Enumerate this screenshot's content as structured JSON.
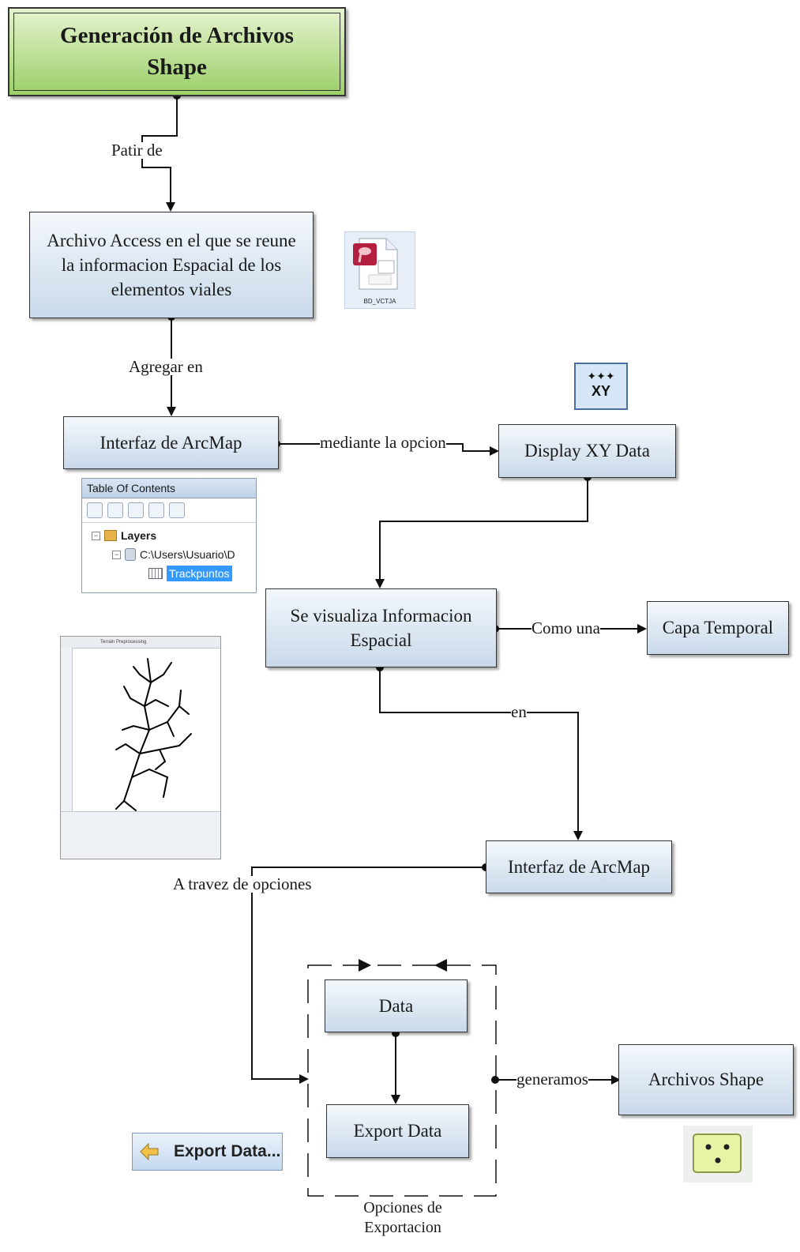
{
  "nodes": {
    "title": "Generación de Archivos Shape",
    "access": "Archivo Access en el que se reune la  informacion Espacial de los elementos viales",
    "arcmap1": "Interfaz de ArcMap",
    "display_xy": "Display  XY Data",
    "visualiza": "Se visualiza Informacion Espacial",
    "capa": "Capa Temporal",
    "arcmap2": "Interfaz de ArcMap",
    "data": "Data",
    "export": "Export Data",
    "shapes": "Archivos Shape"
  },
  "edges": {
    "patir": "Patir de",
    "agregar": "Agregar en",
    "mediante": "mediante la opcion",
    "como": "Como una",
    "en": "en",
    "atravez": "A travez de opciones",
    "generamos": "generamos"
  },
  "group_caption": "Opciones de Exportacion",
  "access_file": {
    "icon": "access-database-icon",
    "name": "BD_VCTJA"
  },
  "xy_icon": {
    "icon": "add-xy-data-icon",
    "text": "XY"
  },
  "toc": {
    "title": "Table Of Contents",
    "layers": "Layers",
    "path": "C:\\Users\\Usuario\\D",
    "layer": "Trackpuntos"
  },
  "map_panel": {
    "toolbar_text": "Terrain Preprocessing"
  },
  "export_button": "Export Data...",
  "shapefile_icon": "point-shapefile-icon",
  "colors": {
    "title_fill": "#9bcf68",
    "node_fill": "#c9d9ea",
    "selection": "#3399ff"
  }
}
